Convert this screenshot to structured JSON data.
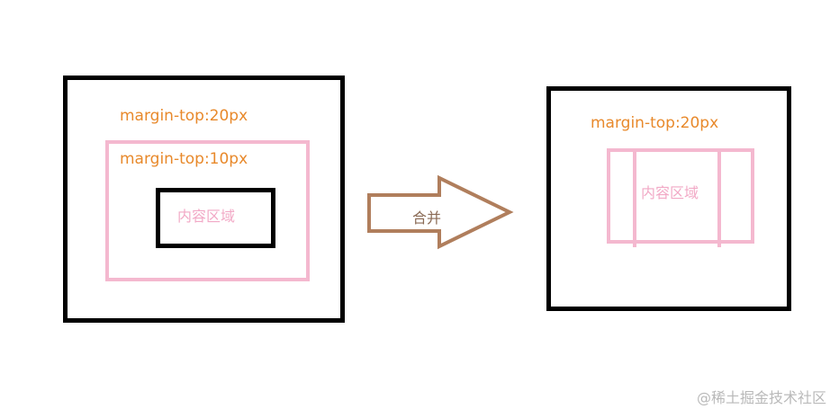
{
  "left": {
    "outer_label": "margin-top:20px",
    "inner_label": "margin-top:10px",
    "content_label": "内容区域"
  },
  "arrow": {
    "label": "合并"
  },
  "right": {
    "outer_label": "margin-top:20px",
    "content_label": "内容区域"
  },
  "watermark": "@稀土掘金技术社区",
  "colors": {
    "black_border": "#000000",
    "pink_border": "#f4b8cf",
    "orange_text": "#e8892b",
    "pink_text": "#f2a9c6",
    "arrow_stroke": "#b07e5c"
  }
}
